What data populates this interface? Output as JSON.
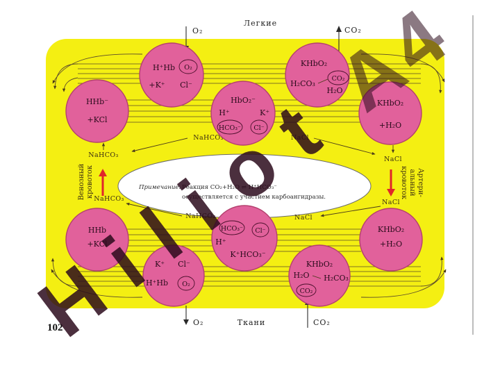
{
  "page_number": "102",
  "lungs": {
    "label": "Легкие",
    "o2_in": "O₂",
    "co2_out": "CO₂",
    "cells": {
      "hhb_o2": {
        "line1": "H⁺Hb",
        "o2": "O₂",
        "k": "+K⁺",
        "cl": "Cl⁻"
      },
      "khbo2_co2": {
        "line1": "KHbO₂",
        "co2": "CO₂",
        "h2co3": "H₂CO₃",
        "h2o": "H₂O"
      },
      "hhb": {
        "line1": "HHb⁻",
        "line2": "+KCl"
      },
      "center": {
        "top": "HbO₂⁻",
        "h": "H⁺",
        "k": "K⁺",
        "hco3": "HCO₃⁻",
        "cl": "Cl⁻"
      },
      "khbo2": {
        "line1": "KHbO₂",
        "line2": "+H₂O"
      }
    },
    "flows": {
      "center_left": "NaHCO₃",
      "center_right": "NaCl"
    }
  },
  "bloodstream": {
    "venous": {
      "line1": "Венозный",
      "line2": "кровоток",
      "upper": "NaHCO₃",
      "lower": "NaHCO₃"
    },
    "arterial": {
      "line1": "Артери-",
      "line2": "альный",
      "line3": "кровоток",
      "upper": "NaCl",
      "lower": "NaCl"
    }
  },
  "note": {
    "lead": "Примечание.",
    "line1": "Реакция CO₂+H₂O ⇌ H⁺HCO₃⁻",
    "line2": "осуществляется с участием карбоангидразы."
  },
  "tissues": {
    "label": "Ткани",
    "o2_out": "O₂",
    "co2_in": "CO₂",
    "cells": {
      "hhb": {
        "line1": "HHb",
        "line2": "+KCl"
      },
      "center": {
        "hco3": "HCO₃⁻",
        "cl": "Cl⁻",
        "h": "H⁺",
        "khco3": "K⁺HCO₃⁻"
      },
      "khbo2": {
        "line1": "KHbO₂",
        "line2": "+H₂O"
      },
      "hhb_o2": {
        "k": "K⁺",
        "cl": "Cl⁻",
        "line1": "H⁺Hb",
        "o2": "O₂"
      },
      "khbo2_co2": {
        "line1": "KHbO₂",
        "h2o": "H₂O",
        "h2co3": "H₂CO₃",
        "co2": "CO₂"
      }
    },
    "flows": {
      "center_left": "NaHCO₃",
      "center_right": "NaCl"
    }
  },
  "watermark": {
    "text": "Hiliot",
    "badge": "A4"
  },
  "colors": {
    "panel": "#f4ef12",
    "cell": "#e1619b",
    "note_bg": "#ffffff",
    "arrow_red": "#e0262a",
    "watermark_grey": "#808080",
    "watermark_purple": "#b46ddc"
  }
}
